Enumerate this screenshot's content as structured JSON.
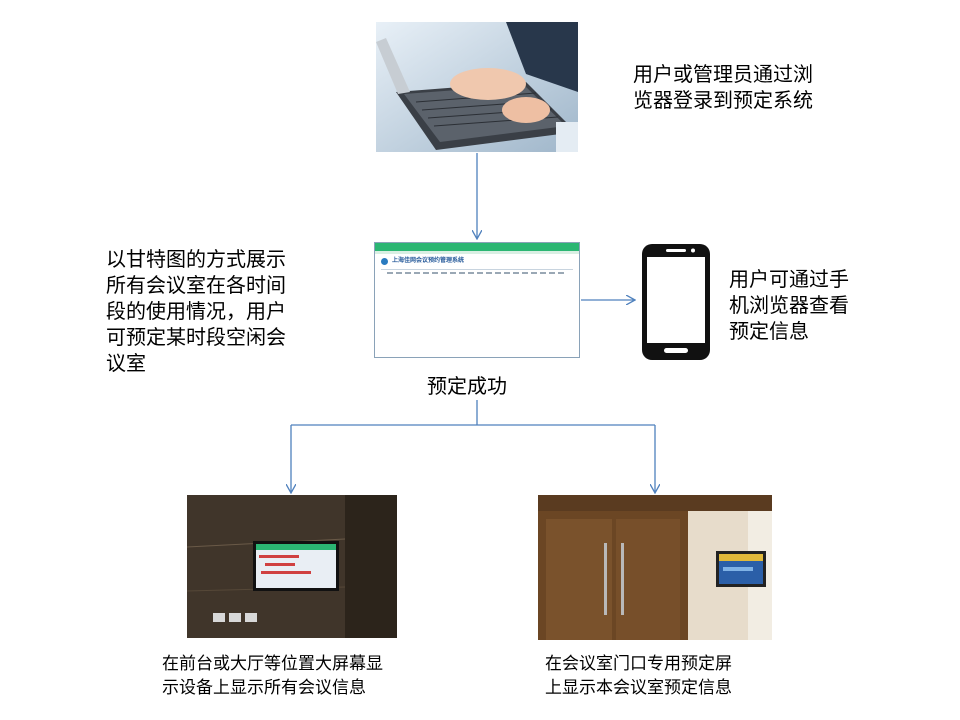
{
  "nodes": {
    "login": {
      "lines": [
        "用户或管理员通过浏",
        "览器登录到预定系统"
      ]
    },
    "gantt": {
      "lines": [
        "以甘特图的方式展示",
        "所有会议室在各时间",
        "段的使用情况，用户",
        "可预定某时段空闲会",
        "议室"
      ]
    },
    "mobile": {
      "lines": [
        "用户可通过手",
        "机浏览器查看",
        "预定信息"
      ]
    },
    "success": {
      "label": "预定成功"
    },
    "lobby": {
      "lines": [
        "在前台或大厅等位置大屏幕显",
        "示设备上显示所有会议信息"
      ]
    },
    "door": {
      "lines": [
        "在会议室门口专用预定屏",
        "上显示本会议室预定信息"
      ]
    }
  },
  "web_screenshot": {
    "title": "上海佳网会议预约管理系统"
  },
  "colors": {
    "arrow": "#4f81bd",
    "web_header": "#2bb673"
  }
}
